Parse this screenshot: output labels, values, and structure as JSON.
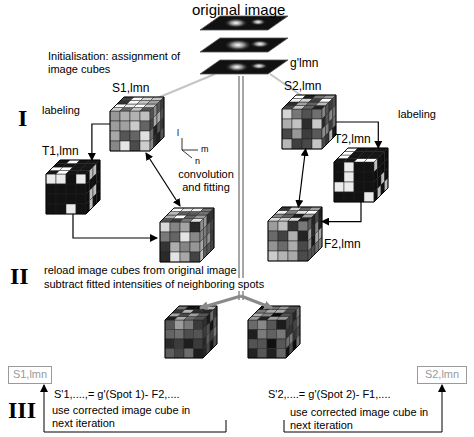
{
  "diagram": {
    "title": "original image",
    "nodes": [
      {
        "text": [
          "S1,lmn"
        ]
      },
      {
        "text": [
          "S2,lmn"
        ]
      },
      {
        "text": [
          "T1,lmn"
        ]
      },
      {
        "text": [
          "T2,lmn"
        ]
      },
      {
        "text": [
          "F2,lmn"
        ]
      },
      {
        "text": [
          "S1,lmn"
        ]
      },
      {
        "text": [
          "S2,lmn"
        ]
      }
    ],
    "edges": [
      {
        "from": 0,
        "to": 2,
        "arrow": "to",
        "label": "labeling"
      },
      {
        "from": 1,
        "to": 3,
        "arrow": "to",
        "label": "labeling"
      },
      {
        "from": 3,
        "to": 4,
        "arrow": "to"
      },
      {
        "from": 1,
        "to": 4,
        "arrow": "both"
      }
    ],
    "labels": [
      "g'lmn",
      "Initialisation: assignment of image cubes",
      "I",
      "l",
      "m",
      "n",
      "convolution and fitting",
      "II",
      "reload image cubes from original image",
      "subtract fitted intensities of neighboring spots",
      "S'1,....,= g'(Spot 1)- F2,....",
      "S'2,....= g'(Spot 2)- F1,....",
      "III",
      "use corrected image cube in next iteration",
      "use corrected image cube in next iteration"
    ]
  }
}
